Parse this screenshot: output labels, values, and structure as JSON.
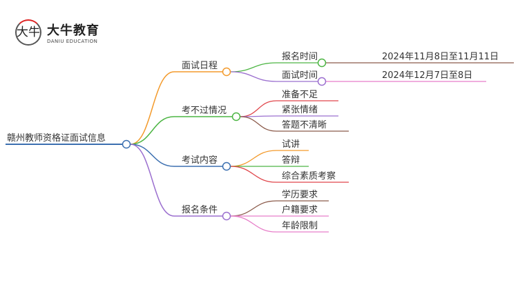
{
  "logo": {
    "mark": "大牛",
    "name": "大牛教育",
    "subtitle": "DANIU EDUCATION"
  },
  "root": {
    "label": "赣州教师资格证面试信息",
    "color": "#3b6fb0"
  },
  "branches": [
    {
      "label": "面试日程",
      "color": "#f39a2b",
      "children": [
        {
          "label": "报名时间",
          "color": "#4cb543",
          "value": "2024年11月8日至11月11日",
          "value_color": "#8b5a4a"
        },
        {
          "label": "面试时间",
          "color": "#9b6fcf",
          "value": "2024年12月7日至8日",
          "value_color": "#e77ec9"
        }
      ]
    },
    {
      "label": "考不过情况",
      "color": "#4cb543",
      "children": [
        {
          "label": "准备不足",
          "color": "#e0454a"
        },
        {
          "label": "紧张情绪",
          "color": "#9b6fcf"
        },
        {
          "label": "答题不清晰",
          "color": "#8b5a4a"
        }
      ]
    },
    {
      "label": "考试内容",
      "color": "#3b6fb0",
      "children": [
        {
          "label": "试讲",
          "color": "#f39a2b"
        },
        {
          "label": "答辩",
          "color": "#4cb543"
        },
        {
          "label": "综合素质考察",
          "color": "#e0454a"
        }
      ]
    },
    {
      "label": "报名条件",
      "color": "#9b6fcf",
      "children": [
        {
          "label": "学历要求",
          "color": "#8b5a4a"
        },
        {
          "label": "户籍要求",
          "color": "#e77ec9"
        },
        {
          "label": "年龄限制",
          "color": "#e77ec9"
        }
      ]
    }
  ]
}
